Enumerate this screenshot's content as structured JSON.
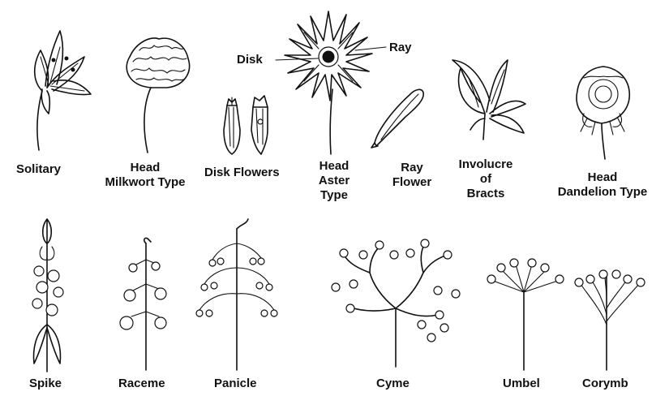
{
  "labels": {
    "solitary": "Solitary",
    "head_milkwort": [
      "Head",
      "Milkwort Type"
    ],
    "disk_flowers": "Disk Flowers",
    "disk": "Disk",
    "ray": "Ray",
    "head_aster": [
      "Head",
      "Aster",
      "Type"
    ],
    "ray_flower": [
      "Ray",
      "Flower"
    ],
    "involucre": [
      "Involucre",
      "of",
      "Bracts"
    ],
    "head_dandelion": [
      "Head",
      "Dandelion Type"
    ],
    "spike": "Spike",
    "raceme": "Raceme",
    "panicle": "Panicle",
    "cyme": "Cyme",
    "umbel": "Umbel",
    "corymb": "Corymb"
  }
}
